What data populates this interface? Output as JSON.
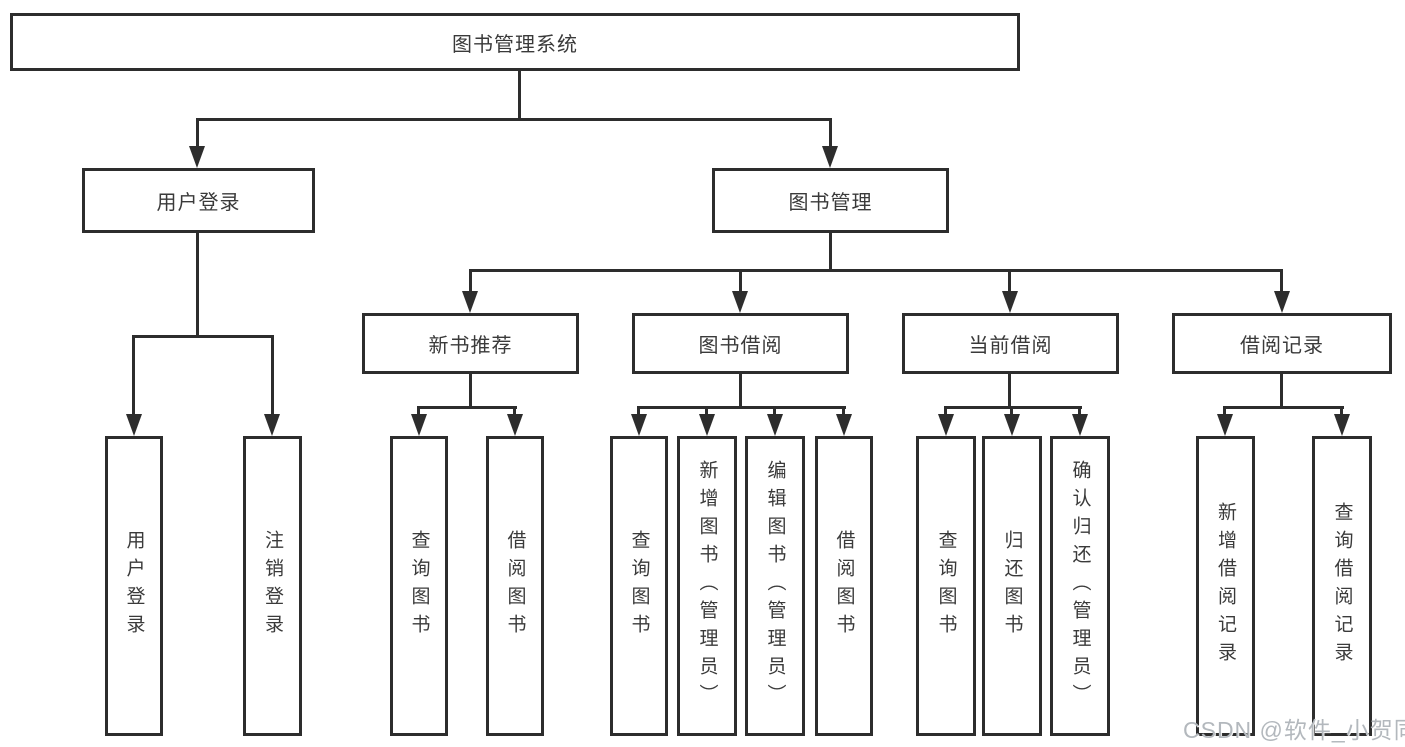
{
  "tree": {
    "root": "图书管理系统",
    "branches": [
      {
        "label": "用户登录",
        "children": [
          "用户登录",
          "注销登录"
        ]
      },
      {
        "label": "图书管理",
        "groups": [
          {
            "label": "新书推荐",
            "children": [
              "查询图书",
              "借阅图书"
            ]
          },
          {
            "label": "图书借阅",
            "children": [
              "查询图书",
              "新增图书（管理员）",
              "编辑图书（管理员）",
              "借阅图书"
            ]
          },
          {
            "label": "当前借阅",
            "children": [
              "查询图书",
              "归还图书",
              "确认归还（管理员）"
            ]
          },
          {
            "label": "借阅记录",
            "children": [
              "新增借阅记录",
              "查询借阅记录"
            ]
          }
        ]
      }
    ]
  },
  "watermark": "CSDN @软件_小贺同学",
  "colors": {
    "line": "#2d2d2d",
    "text": "#3a3a3a",
    "background": "#ffffff",
    "watermark": "#b3b8bd"
  }
}
